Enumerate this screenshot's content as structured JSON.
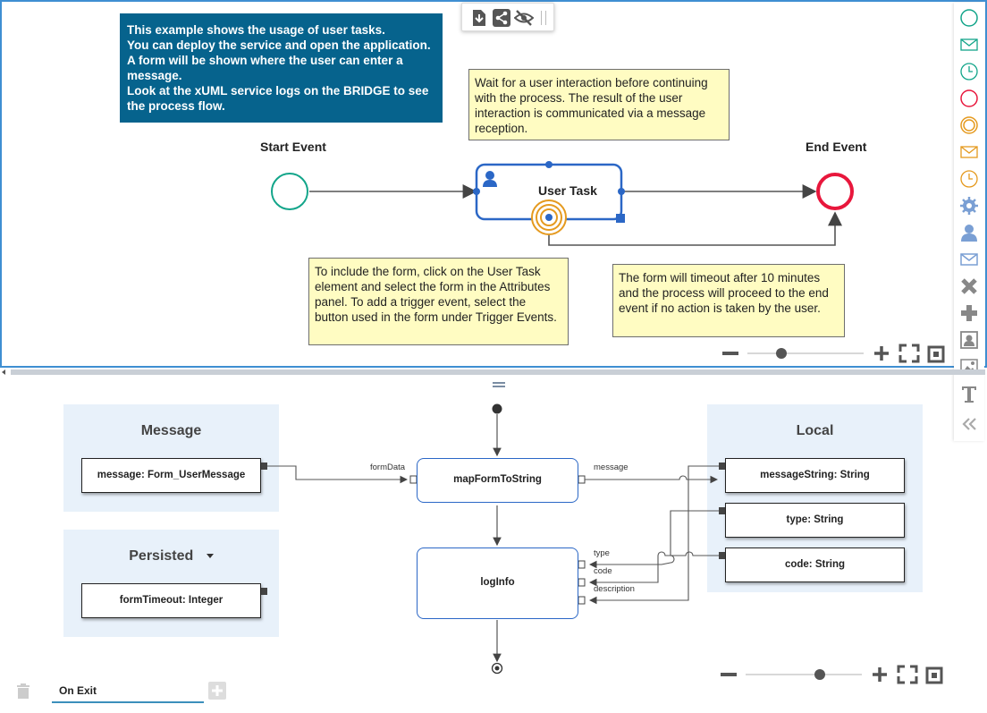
{
  "bpmn": {
    "info_text": "This example shows the usage of user tasks.\nYou can deploy the service and open the application. A form will be shown where the user can enter a message.\nLook at the xUML service logs on the BRIDGE to see the process flow.",
    "note_wait": "Wait for a user interaction before continuing with the process. The result of the user interaction is communicated via a message reception.",
    "note_form": "To include the form, click on the User Task element and select the form in the Attributes panel. To add a trigger event, select the button used in the form under Trigger Events.",
    "note_timeout": "The form will timeout after 10 minutes and the process will proceed to the end event if no action is taken by the user.",
    "start_event_label": "Start Event",
    "end_event_label": "End Event",
    "user_task_label": "User Task",
    "zoom_level": 0.27
  },
  "toolbar": {
    "icons": [
      "download-icon",
      "share-icon",
      "hide-icon"
    ]
  },
  "palette": {
    "icons": [
      "start-event-icon",
      "message-start-icon",
      "timer-start-icon",
      "end-event-icon",
      "intermediate-event-icon",
      "message-intermediate-icon",
      "timer-intermediate-icon",
      "service-task-icon",
      "user-task-icon",
      "receive-task-icon",
      "exclusive-gateway-icon",
      "parallel-gateway-icon",
      "subprocess-icon",
      "image-icon",
      "text-icon",
      "collapse-icon"
    ]
  },
  "mapping": {
    "message_panel_title": "Message",
    "message_field": "message: Form_UserMessage",
    "persisted_panel_title": "Persisted",
    "persisted_field": "formTimeout: Integer",
    "local_panel_title": "Local",
    "local_fields": [
      "messageString: String",
      "type: String",
      "code: String"
    ],
    "action1": "mapFormToString",
    "action2": "logInfo",
    "pin_formData": "formData",
    "pin_message": "message",
    "pin_type": "type",
    "pin_code": "code",
    "pin_description": "description",
    "zoom_level": 0.6
  },
  "tabs": {
    "active": "On Exit"
  },
  "colors": {
    "accent": "#2b67c6",
    "info_bg": "#06638d",
    "note_bg": "#fffcc2",
    "start": "#13a58a",
    "end": "#e8173c",
    "timer": "#e59a1f"
  }
}
